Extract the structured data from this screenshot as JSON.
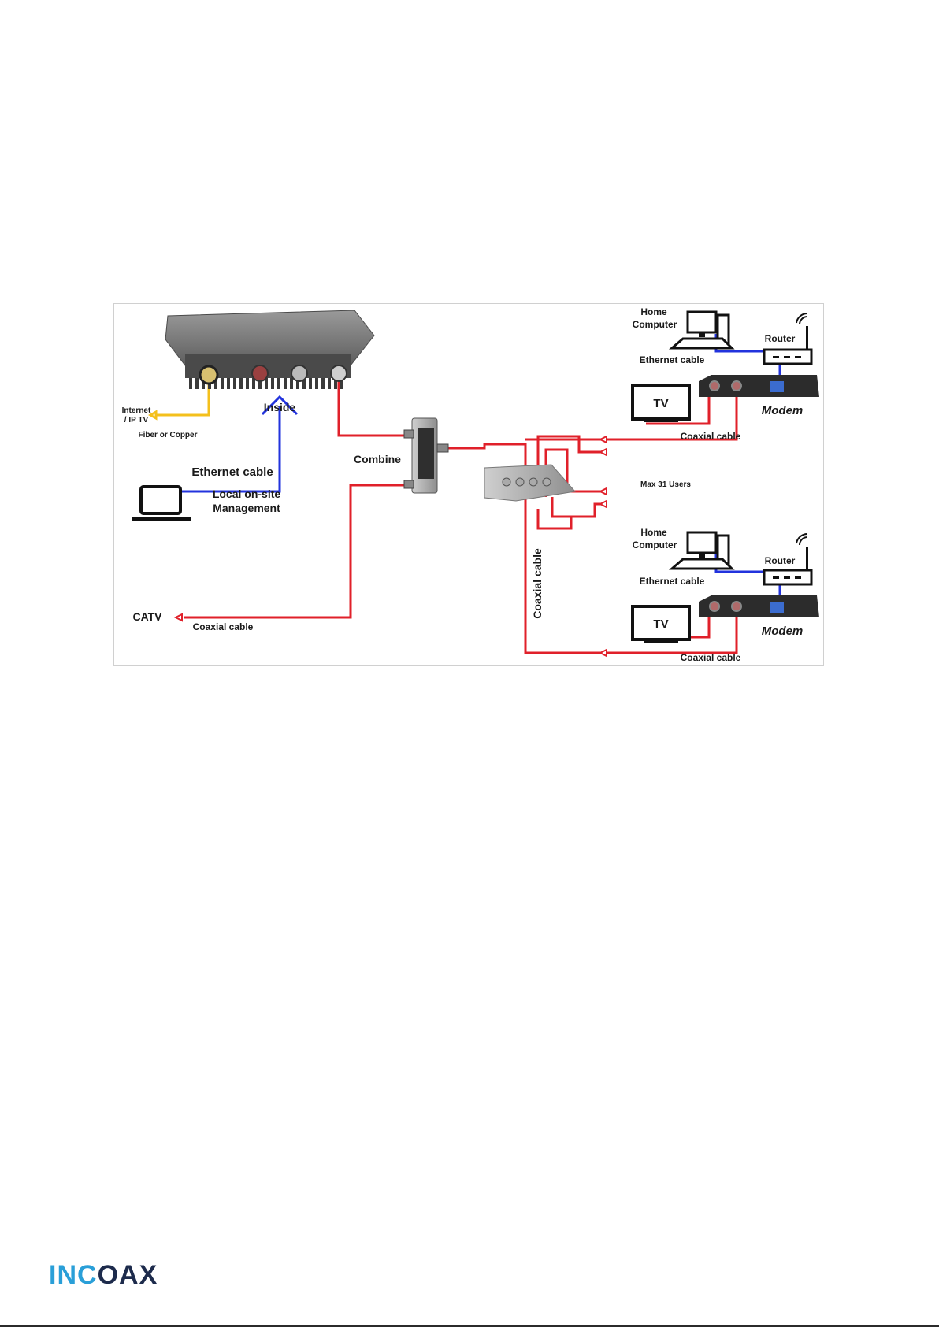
{
  "diagram": {
    "labels": {
      "home_computer_top": [
        "Home",
        "Computer"
      ],
      "router_top": "Router",
      "ethernet_cable_top": "Ethernet cable",
      "tv_top": "TV",
      "modem_top": "Modem",
      "coaxial_cable_top": "Coaxial cable",
      "internet": [
        "Internet",
        "/ IP TV"
      ],
      "fiber_or_copper": "Fiber or Copper",
      "inside": "Inside",
      "combine": "Combine",
      "ethernet_cable_mgmt": "Ethernet cable",
      "local_mgmt": [
        "Local on-site",
        "Management"
      ],
      "max_users": "Max 31 Users",
      "home_computer_bottom": [
        "Home",
        "Computer"
      ],
      "router_bottom": "Router",
      "ethernet_cable_bottom": "Ethernet cable",
      "tv_bottom": "TV",
      "modem_bottom": "Modem",
      "coaxial_cable_bottom": "Coaxial cable",
      "coaxial_cable_vertical": "Coaxial cable",
      "catv": "CATV",
      "coaxial_cable_catv": "Coaxial cable"
    },
    "colors": {
      "coax": "#e0202a",
      "ethernet": "#2233dd",
      "internet": "#f4c01c",
      "device_dark": "#2c2c2c"
    }
  },
  "footer": {
    "logo": {
      "text": "INCOAX",
      "primary": "#2a9fd8",
      "secondary": "#1d2b4c"
    }
  }
}
